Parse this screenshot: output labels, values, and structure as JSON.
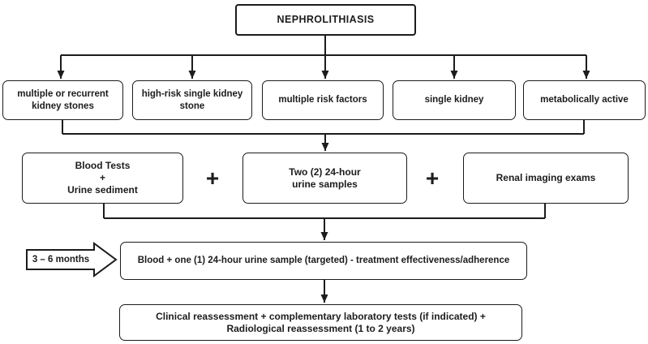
{
  "diagram": {
    "title": "NEPHROLITHIASIS",
    "indications": {
      "items": [
        "multiple or recurrent\nkidney stones",
        "high-risk single kidney\nstone",
        "multiple risk factors",
        "single kidney",
        "metabolically active"
      ]
    },
    "workup": {
      "blood_urine_box": "Blood Tests\n+\nUrine sediment",
      "plus_sign": "+",
      "urine_samples_box": "Two (2) 24-hour\nurine samples",
      "imaging_box": "Renal imaging exams"
    },
    "followup": {
      "timeframe": "3 – 6 months",
      "box": "Blood + one (1) 24-hour urine sample (targeted) - treatment effectiveness/adherence"
    },
    "reassessment": {
      "box": "Clinical reassessment + complementary laboratory tests (if indicated) +\nRadiological reassessment (1 to 2 years)"
    },
    "colors": {
      "line": "#1c1c1c",
      "box_border": "#1c1c1c",
      "background": "#ffffff",
      "text": "#1c1c1c"
    }
  }
}
